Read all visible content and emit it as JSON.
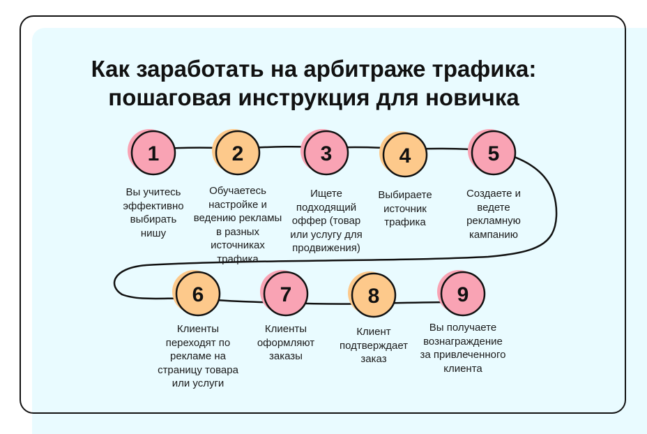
{
  "title": {
    "line1": "Как заработать на арбитраже трафика:",
    "line2": "пошаговая инструкция для новичка"
  },
  "colors": {
    "pink": "#f9a3b4",
    "orange": "#fdc98b",
    "panel": "#e9fbff",
    "line": "#111111"
  },
  "steps": [
    {
      "number": "1",
      "color": "pink",
      "text": "Вы учитесь\nэффективно\nвыбирать\nнишу"
    },
    {
      "number": "2",
      "color": "orange",
      "text": "Обучаетесь\nнастройке и\nведению рекламы\nв разных\nисточниках\nтрафика"
    },
    {
      "number": "3",
      "color": "pink",
      "text": "Ищете\nподходящий\nоффер (товар\nили услугу для\nпродвижения)"
    },
    {
      "number": "4",
      "color": "orange",
      "text": "Выбираете\nисточник\nтрафика"
    },
    {
      "number": "5",
      "color": "pink",
      "text": "Создаете и\nведете\nрекламную\nкампанию"
    },
    {
      "number": "6",
      "color": "orange",
      "text": "Клиенты\nпереходят по\nрекламе на\nстраницу товара\nили услуги"
    },
    {
      "number": "7",
      "color": "pink",
      "text": "Клиенты\nоформляют\nзаказы"
    },
    {
      "number": "8",
      "color": "orange",
      "text": "Клиент\nподтверждает\nзаказ"
    },
    {
      "number": "9",
      "color": "pink",
      "text": "Вы получаете\nвознаграждение\nза привлеченного\nклиента"
    }
  ]
}
